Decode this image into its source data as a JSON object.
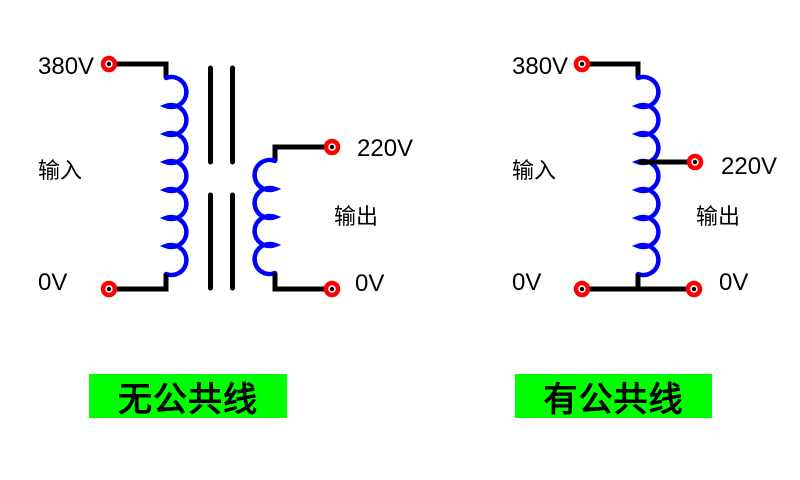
{
  "colors": {
    "background": "#ffffff",
    "wire": "#000000",
    "coil": "#0000ff",
    "terminal": "#ff0000",
    "label_bg": "#00ff00",
    "text": "#000000"
  },
  "left": {
    "badge": "无公共线",
    "input_label": "输入",
    "output_label": "输出",
    "v_in_top": "380V",
    "v_in_bottom": "0V",
    "v_out_top": "220V",
    "v_out_bottom": "0V"
  },
  "right": {
    "badge": "有公共线",
    "input_label": "输入",
    "output_label": "输出",
    "v_in_top": "380V",
    "v_in_bottom": "0V",
    "v_out_tap": "220V",
    "v_out_bottom": "0V"
  }
}
